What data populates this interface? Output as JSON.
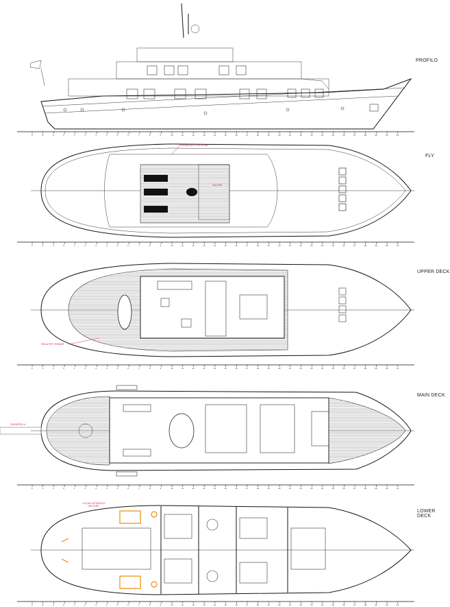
{
  "views": {
    "profile": "PROFILO",
    "fly": "FLY",
    "upper": "UPPER DECK",
    "main": "MAIN DECK",
    "lower": "LOWER DECK"
  },
  "annotations": {
    "passerella": "PASSERELLA",
    "engine_room": "LOCALE APPARATO MOTORE",
    "fly_note": "PRENDISOLE POLTRONE",
    "upper_note": "GRUA PER TENDER",
    "fly_room": "SALONE"
  },
  "frames": [
    "-3",
    "-2",
    "-1",
    "0",
    "1",
    "2",
    "3",
    "4",
    "5",
    "6",
    "7",
    "8",
    "9",
    "10",
    "11",
    "12",
    "13",
    "14",
    "15",
    "16",
    "17",
    "18",
    "19",
    "20",
    "21",
    "22",
    "23",
    "24",
    "25",
    "26",
    "27",
    "28",
    "29",
    "30",
    "31"
  ],
  "colors": {
    "accent": "#e0207a",
    "engine": "#f08a00"
  }
}
